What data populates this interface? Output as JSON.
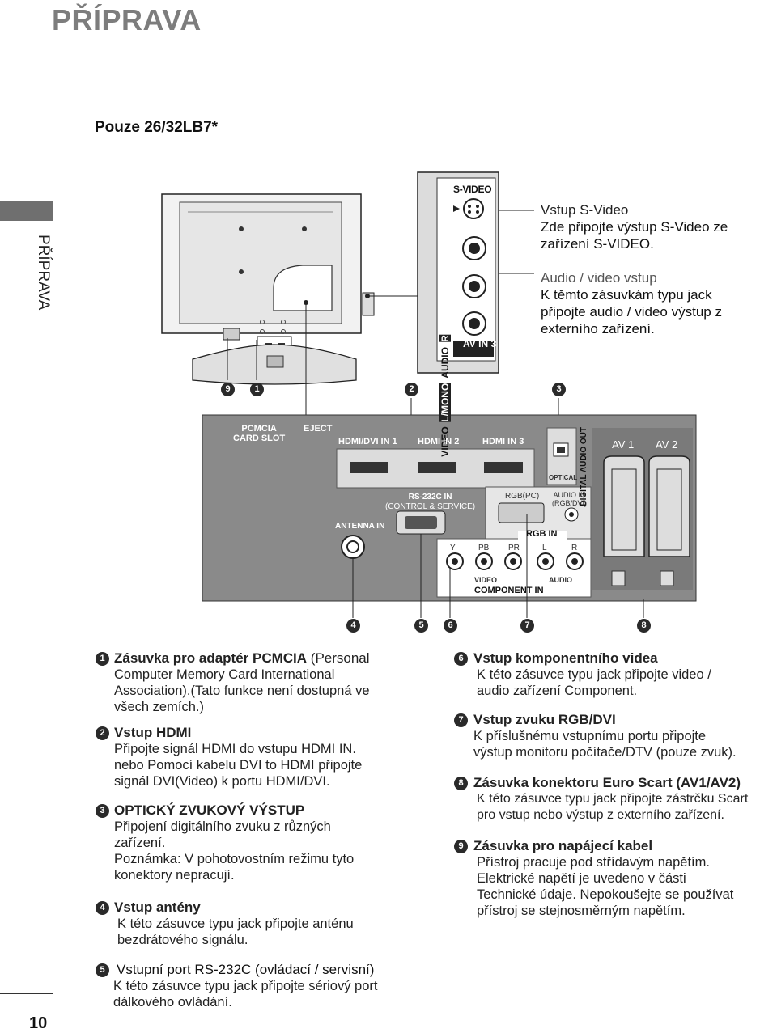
{
  "page": {
    "title": "PŘÍPRAVA",
    "side_label": "PŘÍPRAVA",
    "page_number": "10",
    "model_note": "Pouze 26/32LB7*"
  },
  "side_panel": {
    "svideo_label": "S-VIDEO",
    "audio_labels": [
      "VIDEO",
      "L/MONO",
      "AUDIO",
      "R"
    ],
    "av_in3": "AV IN 3",
    "svideo_desc": {
      "title": "Vstup S-Video",
      "text": "Zde připojte výstup S-Video ze zařízení S-VIDEO."
    },
    "av_desc": {
      "title": "Audio / video vstup",
      "text": "K těmto zásuvkám typu jack připojte audio / video výstup z externího zařízení."
    }
  },
  "callouts_top": [
    "9",
    "1",
    "2",
    "3"
  ],
  "callouts_bottom": [
    "4",
    "5",
    "6",
    "7",
    "8"
  ],
  "rear_panel": {
    "pcmcia": [
      "PCMCIA",
      "CARD SLOT"
    ],
    "eject": "EJECT",
    "hdmi_dvi_in1": "HDMI/DVI IN 1",
    "hdmi_in2": "HDMI IN 2",
    "hdmi_in3": "HDMI IN 3",
    "optical": "OPTICAL",
    "digital_audio_out": "DIGITAL AUDIO OUT",
    "av1": "AV 1",
    "av2": "AV 2",
    "rs232": [
      "RS-232C IN",
      "(CONTROL & SERVICE)"
    ],
    "rgb_pc": "RGB(PC)",
    "audio_in": [
      "AUDIO IN",
      "(RGB/DVI)"
    ],
    "rgb_in": "RGB IN",
    "antenna_in": "ANTENNA IN",
    "component_letters": [
      "Y",
      "PB",
      "PR",
      "L",
      "R"
    ],
    "video": "VIDEO",
    "audio": "AUDIO",
    "component_in": "COMPONENT IN"
  },
  "descriptions_left": [
    {
      "n": "1",
      "title": "Zásuvka pro adaptér PCMCIA",
      "title_suffix": " (Personal",
      "lines": [
        "Computer Memory Card International",
        "Association).(Tato funkce není dostupná ve",
        "všech zemích.)"
      ]
    },
    {
      "n": "2",
      "title": "Vstup HDMI",
      "lines": [
        "Připojte signál HDMI do vstupu HDMI IN.",
        "nebo Pomocí kabelu DVI to HDMI připojte",
        "signál DVI(Video) k portu HDMI/DVI."
      ]
    },
    {
      "n": "3",
      "title": "OPTICKÝ ZVUKOVÝ VÝSTUP",
      "lines": [
        "Připojení digitálního zvuku z  různých",
        "zařízení.",
        "Poznámka: V  pohotovostním režimu tyto",
        "konektory nepracují."
      ]
    },
    {
      "n": "4",
      "title": "Vstup antény",
      "lines": [
        "K této zásuvce typu jack připojte anténu",
        "bezdrátového signálu."
      ]
    },
    {
      "n": "5",
      "title": "Vstupní port RS-232C (ovládací / servisní)",
      "lines": [
        "K této zásuvce typu jack připojte sériový port",
        "dálkového ovládání."
      ]
    }
  ],
  "descriptions_right": [
    {
      "n": "6",
      "title": "Vstup komponentního videa",
      "lines": [
        "K této zásuvce typu jack připojte video /",
        "audio zařízení Component."
      ]
    },
    {
      "n": "7",
      "title": "Vstup zvuku RGB/DVI",
      "lines": [
        "K příslušnému vstupnímu portu připojte",
        "výstup monitoru počítače/DTV (pouze zvuk)."
      ]
    },
    {
      "n": "8",
      "title": "Zásuvka konektoru Euro Scart (AV1/AV2)",
      "lines": [
        "K této zásuvce typu jack připojte zástrčku Scart",
        "pro vstup nebo výstup z  externího zařízení."
      ]
    },
    {
      "n": "9",
      "title": "Zásuvka pro napájecí kabel",
      "lines": [
        "Přístroj pracuje pod střídavým napětím.",
        "Elektrické napětí je uvedeno v části",
        "Technické údaje. Nepokoušejte se používat",
        "přístroj se stejnosměrným napětím."
      ]
    }
  ]
}
